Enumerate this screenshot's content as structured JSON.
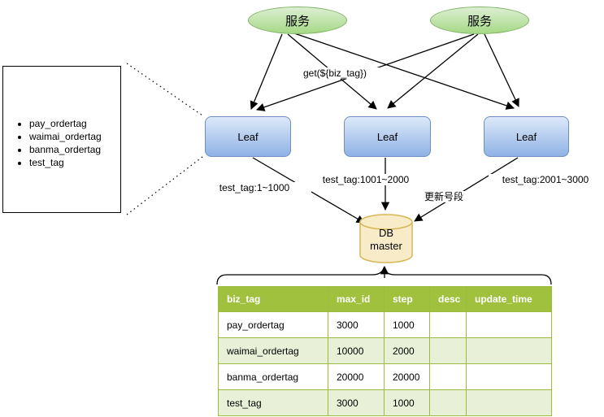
{
  "diagram": {
    "services": [
      {
        "label": "服务"
      },
      {
        "label": "服务"
      }
    ],
    "leaf_nodes": [
      {
        "label": "Leaf"
      },
      {
        "label": "Leaf"
      },
      {
        "label": "Leaf"
      }
    ],
    "db": {
      "label": "DB\nmaster"
    },
    "tag_list": {
      "items": [
        "pay_ordertag",
        "waimai_ordertag",
        "banma_ordertag",
        "test_tag"
      ]
    },
    "edge_labels": {
      "get_call": "get(${biz_tag})",
      "leaf1_range": "test_tag:1~1000",
      "leaf2_range": "test_tag:1001~2000",
      "leaf3_range": "test_tag:2001~3000",
      "update_segment": "更新号段"
    },
    "table": {
      "columns": [
        "biz_tag",
        "max_id",
        "step",
        "desc",
        "update_time"
      ],
      "rows": [
        [
          "pay_ordertag",
          "3000",
          "1000",
          "",
          ""
        ],
        [
          "waimai_ordertag",
          "10000",
          "2000",
          "",
          ""
        ],
        [
          "banma_ordertag",
          "20000",
          "20000",
          "",
          ""
        ],
        [
          "test_tag",
          "3000",
          "1000",
          "",
          ""
        ]
      ]
    },
    "colors": {
      "service_fill_top": "#dcefd2",
      "service_fill_bottom": "#a5d986",
      "service_border": "#82b366",
      "leaf_fill_top": "#dde9f9",
      "leaf_fill_bottom": "#8fb2e5",
      "leaf_border": "#6e8fbf",
      "db_fill": "#f8ecc8",
      "db_border": "#d6b656",
      "table_header_bg": "#a0c13e",
      "table_header_text": "#ffffff",
      "table_alt_row_bg": "#e9f0d8",
      "table_border": "#9cbb3f"
    }
  }
}
